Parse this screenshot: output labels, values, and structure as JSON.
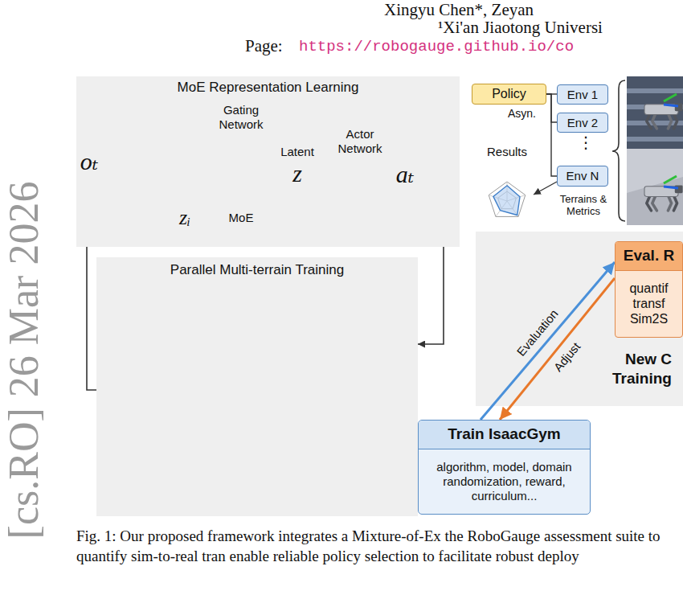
{
  "diagram": {
    "caption": "Fig. 1: Our proposed framework integrates a Mixture-of-Ex the RoboGauge assessment suite to quantify sim-to-real tran enable reliable policy selection to facilitate robust deploy",
    "nodes": [
      {
        "text": [
          "MoE Representation Learning"
        ]
      },
      {
        "text": [
          "oₜ"
        ],
        "in": 0
      },
      {
        "text": [
          "zᵢ"
        ],
        "in": 0
      },
      {
        "text": [
          "Gating Network",
          "MoE"
        ],
        "in": 0
      },
      {
        "text": [
          "Latent",
          "z"
        ],
        "in": 0
      },
      {
        "text": [
          "Actor Network"
        ],
        "in": 0
      },
      {
        "text": [
          "aₜ"
        ],
        "in": 0
      },
      {
        "text": [
          "Parallel Multi-terrain Training"
        ]
      },
      {
        "text": [
          "Policy"
        ]
      },
      {
        "text": [
          "Env 1"
        ]
      },
      {
        "text": [
          "Env 2"
        ]
      },
      {
        "text": [
          "Env N"
        ]
      },
      {
        "text": [
          "Results"
        ]
      },
      {
        "text": [
          "Eval. R",
          "quantif transf Sim2S"
        ]
      },
      {
        "text": [
          "Train IsaacGym",
          "algorithm, model, domain randomization, reward, curriculum..."
        ]
      }
    ],
    "edges": [
      {
        "from": 1,
        "to": 2,
        "arrow": "to"
      },
      {
        "from": 3,
        "to": 4,
        "arrow": "to"
      },
      {
        "from": 4,
        "to": 5,
        "arrow": "to"
      },
      {
        "from": 6,
        "to": 7,
        "arrow": "to"
      },
      {
        "from": 7,
        "to": 1,
        "arrow": "to"
      },
      {
        "from": 8,
        "to": 9,
        "arrow": "none"
      },
      {
        "from": 8,
        "to": 10,
        "arrow": "none"
      },
      {
        "from": 8,
        "to": 11,
        "arrow": "none"
      },
      {
        "from": 11,
        "to": 12,
        "label": "Terrains & Metrics",
        "arrow": "to"
      },
      {
        "from": 14,
        "to": 13,
        "label": "Evaluation",
        "arrow": "to"
      },
      {
        "from": 13,
        "to": 14,
        "label": "Adjust",
        "arrow": "to"
      }
    ],
    "labels": [
      "Xingyu Chen*, Zeyan",
      "¹Xi'an Jiaotong Universi",
      "Page:",
      "https://robogauge.github.io/co",
      "[cs.RO] 26 Mar 2026",
      "Asyn.",
      "⋮",
      "New C",
      "Training"
    ]
  }
}
